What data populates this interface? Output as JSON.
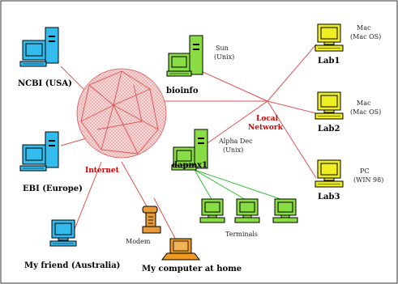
{
  "nodes": {
    "ncbi": {
      "label": "NCBI (USA)",
      "icon": "blue-server-computer"
    },
    "ebi": {
      "label": "EBI (Europe)",
      "icon": "blue-server-computer"
    },
    "friend": {
      "label": "My friend (Australia)",
      "icon": "blue-desktop-computer"
    },
    "home": {
      "label": "My computer at home",
      "icon": "orange-laptop"
    },
    "modem": {
      "label": "Modem",
      "icon": "modem-phone"
    },
    "bioinfo": {
      "label": "bioinfo",
      "os_line1": "Sun",
      "os_line2": "(Unix)",
      "icon": "green-server-computer"
    },
    "dapmx1": {
      "label": "dapmx1",
      "os_line1": "Alpha Dec",
      "os_line2": "(Unix)",
      "icon": "green-server-computer"
    },
    "lab1": {
      "label": "Lab1",
      "os_line1": "Mac",
      "os_line2": "(Mac OS)",
      "icon": "yellow-desktop-computer"
    },
    "lab2": {
      "label": "Lab2",
      "os_line1": "Mac",
      "os_line2": "(Mac OS)",
      "icon": "yellow-desktop-computer"
    },
    "lab3": {
      "label": "Lab3",
      "os_line1": "PC",
      "os_line2": "(WIN 98)",
      "icon": "yellow-desktop-computer"
    },
    "terminals": {
      "label": "Terminals",
      "count": 3,
      "icon": "green-terminal"
    }
  },
  "clouds": {
    "internet": {
      "label": "Internet"
    },
    "local": {
      "label_line1": "Local",
      "label_line2": "Network"
    }
  },
  "colors": {
    "internet_lines": "#e05050",
    "terminal_lines": "#33bb33",
    "blue": "#33bbee",
    "green": "#88dd44",
    "yellow": "#eeee22",
    "orange": "#ee9922",
    "red_text": "#d40000"
  }
}
